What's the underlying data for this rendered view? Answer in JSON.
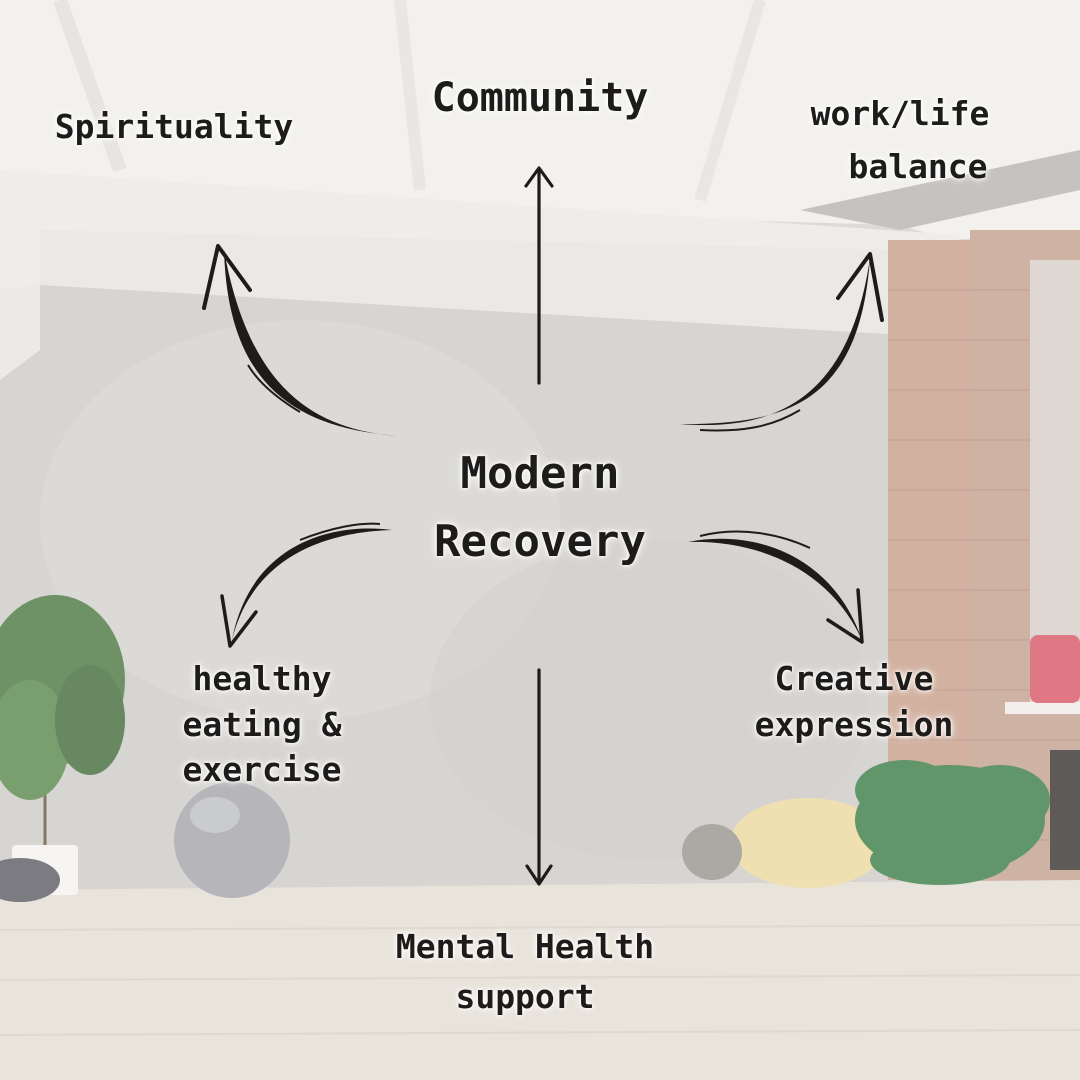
{
  "center": {
    "line1": "Modern",
    "line2": "Recovery"
  },
  "labels": {
    "spirituality": "Spirituality",
    "community": "Community",
    "work_life": {
      "line1": "work/life",
      "line2": "balance"
    },
    "healthy": {
      "line1": "healthy",
      "line2": "eating &",
      "line3": "exercise"
    },
    "creative": {
      "line1": "Creative",
      "line2": "expression"
    },
    "mental": {
      "line1": "Mental Health",
      "line2": "support"
    }
  },
  "colors": {
    "ink": "#1e1c1b",
    "wall": "#d4d1cd",
    "ceiling": "#f0eeea",
    "floor": "#e3ddd4",
    "brick": "#c9a08c"
  }
}
